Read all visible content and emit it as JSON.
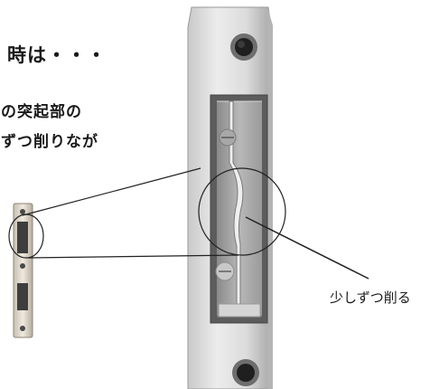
{
  "heading": "時は・・・",
  "instruction_lines": [
    "の突起部の",
    "ずつ削りなが"
  ],
  "callout_label": "少しずつ削る"
}
